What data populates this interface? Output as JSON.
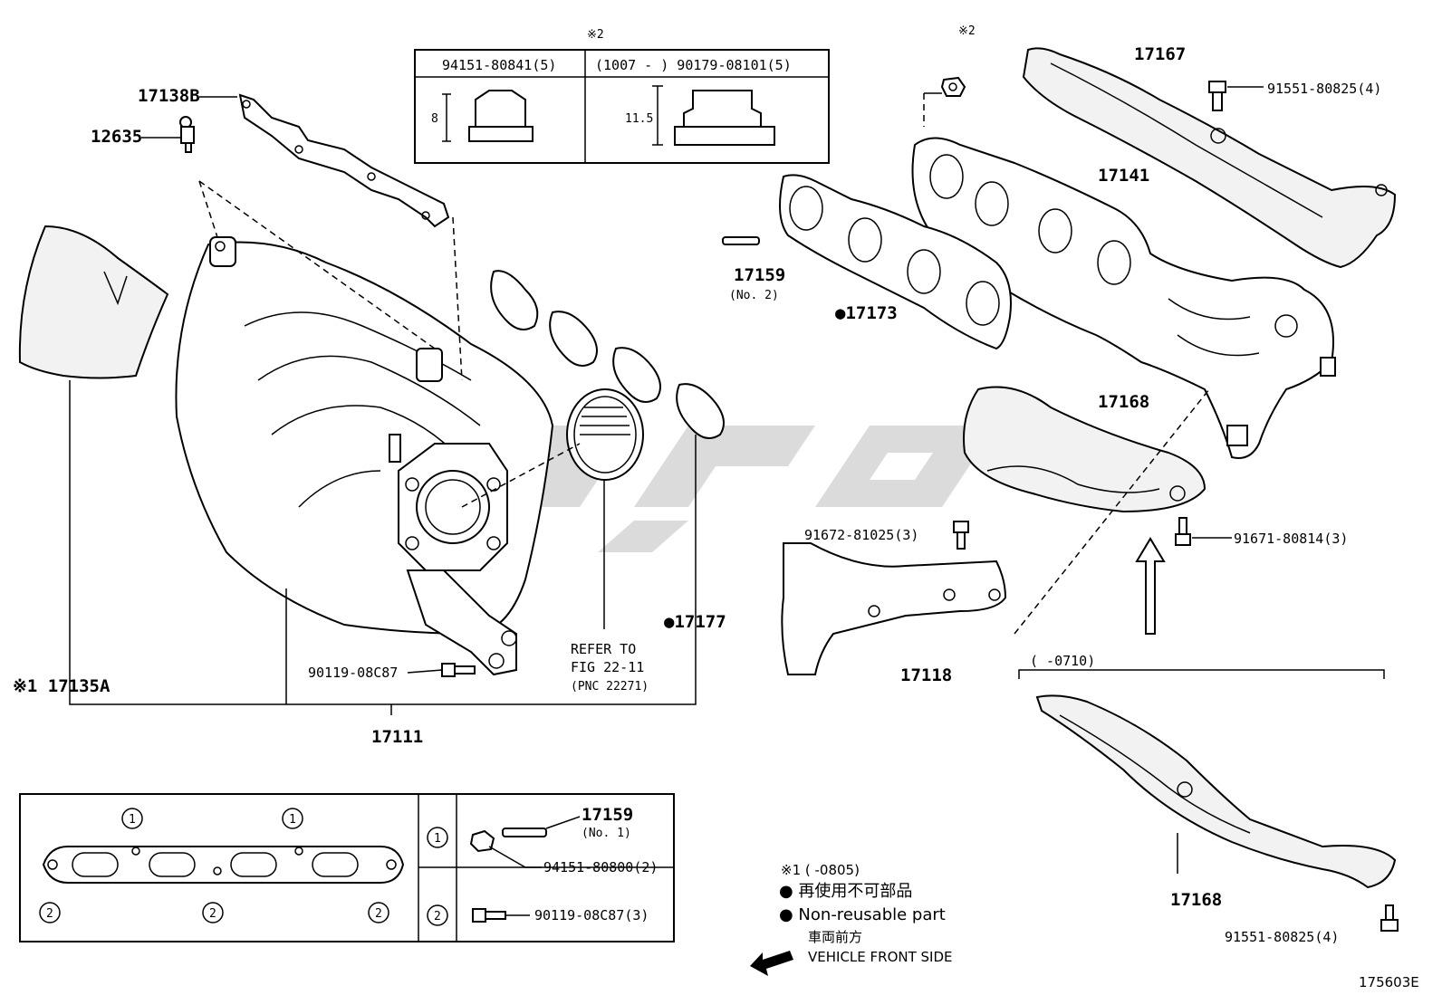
{
  "diagram_id": "175603E",
  "labels": {
    "p17138b": "17138B",
    "p12635": "12635",
    "p17135a": "※1 17135A",
    "p17111": "17111",
    "p90119_08c87": "90119-08C87",
    "p17177": "●17177",
    "refer1": "REFER TO",
    "refer2": "FIG 22-11",
    "refer3": "(PNC 22271)",
    "note2_top": "※2",
    "nut1_pn": "94151-80841(5)",
    "nut2_pn": "(1007 -      ) 90179-08101(5)",
    "nut1_dim": "8",
    "nut2_dim": "11.5",
    "note2_right": "※2",
    "p17167": "17167",
    "p91551_top": "91551-80825(4)",
    "p17141": "17141",
    "p17159_no2": "17159",
    "no2": "(No. 2)",
    "p17173": "●17173",
    "p17168_top": "17168",
    "p91672": "91672-81025(3)",
    "p91671": "91671-80814(3)",
    "p17118": "17118",
    "date_range": "(      -0710)",
    "p17168_bot": "17168",
    "p91551_bot": "91551-80825(4)",
    "gasket_c1": "1",
    "gasket_c2": "2",
    "row1_circle": "1",
    "row2_circle": "2",
    "p17159_no1": "17159",
    "no1": "(No. 1)",
    "p94151_80800": "94151-80800(2)",
    "p90119_08c87_3": "90119-08C87(3)",
    "note1": "※1 (    -0805)",
    "legend_jp": "● 再使用不可部品",
    "legend_en": "● Non-reusable part",
    "front_jp": "車両前方",
    "front_en": "VEHICLE FRONT SIDE"
  }
}
